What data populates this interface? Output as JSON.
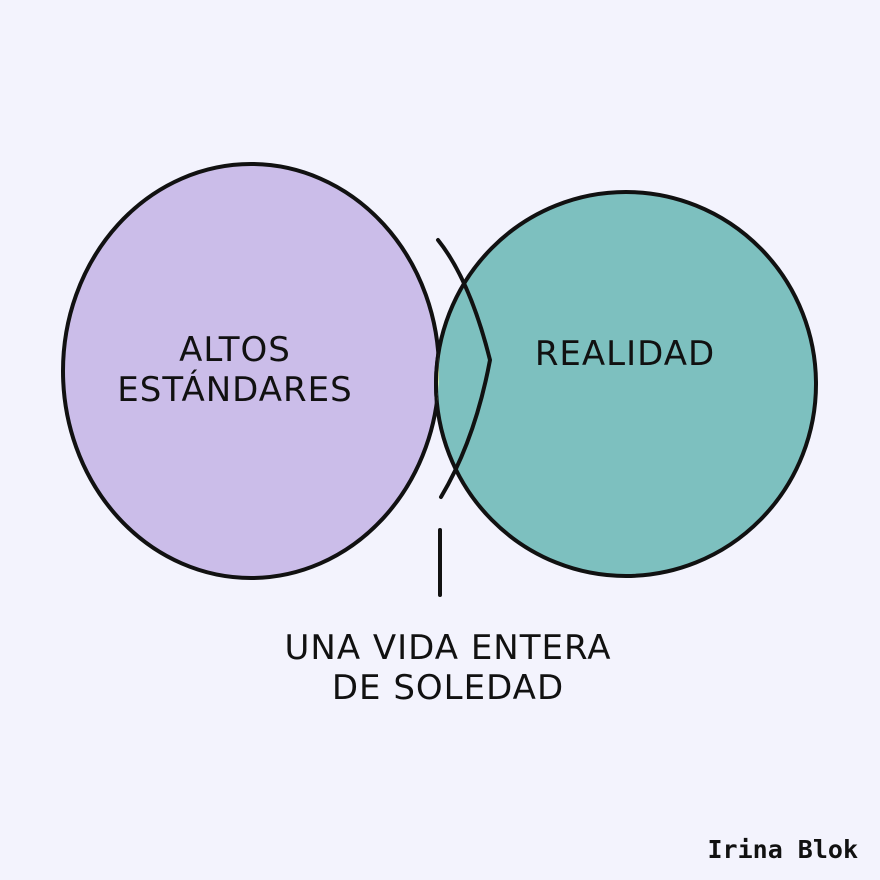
{
  "diagram": {
    "sets": [
      {
        "id": "a",
        "label_lines": [
          "ALTOS",
          "ESTÁNDARES"
        ],
        "fill": "#cbbde9"
      },
      {
        "id": "b",
        "label_lines": [
          "REALIDAD"
        ],
        "fill": "#7dc0bf"
      }
    ],
    "intersection": {
      "label_lines": [
        "UNA VIDA ENTERA",
        "DE SOLEDAD"
      ],
      "fill": "#f1fca5"
    },
    "stroke_color": "#111111",
    "background": "#f3f3fd"
  },
  "signature": "Irina Blok"
}
